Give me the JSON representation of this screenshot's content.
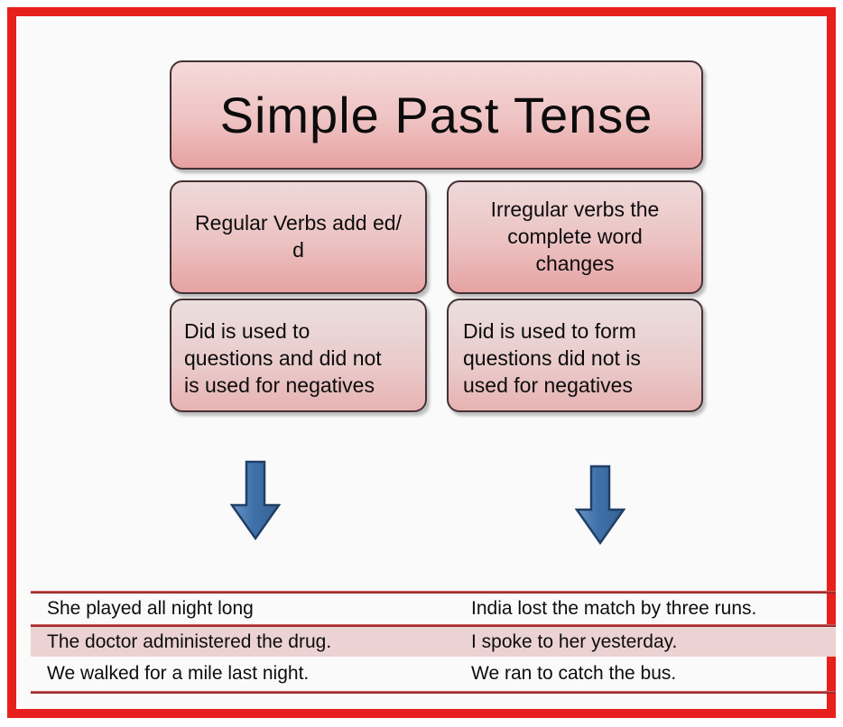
{
  "title": "Simple Past Tense",
  "boxes": {
    "regular": "Regular Verbs add ed/\nd",
    "irregular": "Irregular verbs the\ncomplete word\nchanges",
    "did_regular": "Did is used to\nquestions and did not\nis used for negatives",
    "did_irregular": "Did is used to form\nquestions did not is\nused for negatives"
  },
  "icons": {
    "left_arrow": "down-arrow-icon",
    "right_arrow": "down-arrow-icon"
  },
  "examples": {
    "rows": [
      {
        "left": "She played all night long",
        "right": "India lost the match by three runs."
      },
      {
        "left": "The doctor administered the drug.",
        "right": "I spoke to her yesterday."
      },
      {
        "left": "We walked for a mile last night.",
        "right": "We ran to catch the bus."
      }
    ]
  },
  "colors": {
    "frame_red": "#e8201d",
    "table_rule_red": "#9b2424",
    "highlight_row_pink": "#ecd2d2",
    "box_gradient_top": "#f5dada",
    "box_gradient_bottom": "#e7a1a1",
    "box_border": "#443136",
    "arrow_blue": "#3f71aa",
    "arrow_border_blue": "#1f3f66",
    "background": "#fbfafa"
  }
}
